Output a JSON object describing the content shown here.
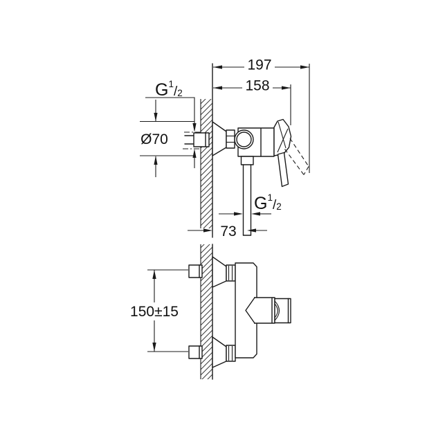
{
  "drawing": {
    "background": "#ffffff",
    "line_color": "#1a1a1a",
    "views": {
      "side": {
        "dim_overall_depth": "197",
        "dim_body_depth": "158",
        "dim_escutcheon_diameter": "Ø70",
        "dim_outlet_wall_offset": "73",
        "inlet_thread": {
          "letter": "G",
          "numerator": "1",
          "slash": "/",
          "denominator": "2"
        },
        "outlet_thread": {
          "letter": "G",
          "numerator": "1",
          "slash": "/",
          "denominator": "2"
        }
      },
      "front": {
        "dim_connection_centers": "150±15"
      }
    }
  }
}
